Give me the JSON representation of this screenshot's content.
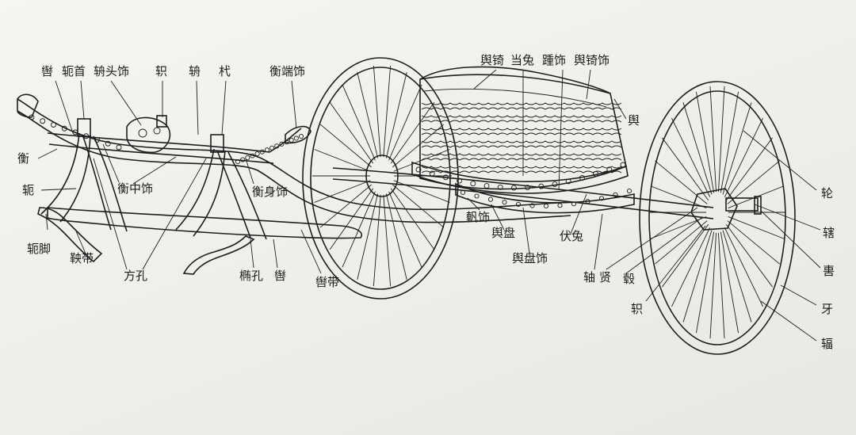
{
  "figure": {
    "labels": {
      "zuan": "辔",
      "ezhou": "轭首",
      "zhoutoushi": "辀头饰",
      "zhi": "轵",
      "zhou_pole": "辀",
      "jue": "杙",
      "hengduanshi": "衡端饰",
      "heng": "衡",
      "e": "轭",
      "hengzhongshi": "衡中饰",
      "hengshenshi": "衡身饰",
      "ejiao": "轭脚",
      "yangdai": "鞅带",
      "fangkong": "方孔",
      "tuokong": "椭孔",
      "hui": "辔",
      "huidai": "辔带",
      "yuqi1": "舆锜",
      "dangtu": "当兔",
      "zhongshi": "踵饰",
      "yuqishi": "舆锜饰",
      "yu": "舆",
      "fanshi": "軓饰",
      "yupan": "舆盘",
      "yupanshi": "舆盘饰",
      "futu": "伏兔",
      "zhou_axle": "轴",
      "xian": "贤",
      "gu": "毂",
      "zhi2": "轵",
      "lun": "轮",
      "xia": "辖",
      "wei": "軎",
      "ya": "牙",
      "fu": "辐"
    }
  }
}
